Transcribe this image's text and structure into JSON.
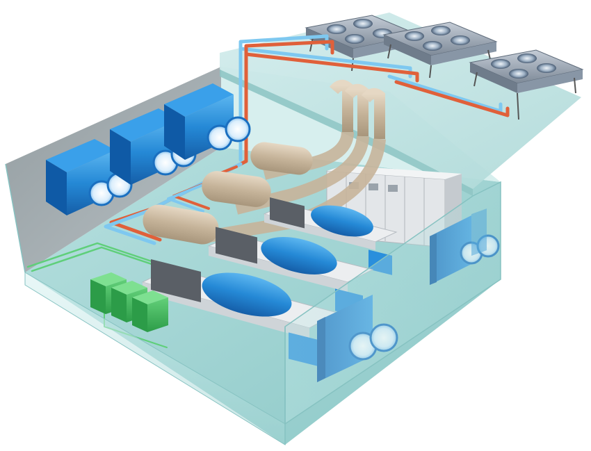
{
  "scene": {
    "background": "#ffffff",
    "colors": {
      "floor": "#a8d8d8",
      "glass": "#c8ecec",
      "roof": "#bfe3e3",
      "wall_back": "#9aa4a8",
      "radiator_housing": "#1f86d8",
      "radiator_face": "#2f9ae6",
      "fan_disc": "#e8f4ff",
      "engine_exhaust": "#c9b8a0",
      "generator_body": "#2a8fdc",
      "engine_block": "#5a5f66",
      "skid_base": "#e6e8ea",
      "switchgear": "#e3e6e9",
      "fuel_tank": "#3fb85a",
      "pipe_hot": "#e0603a",
      "pipe_cold": "#7ec8f0",
      "drycooler": "#9aa6b4",
      "drycooler_fan": "#5b6f86"
    },
    "equipment": {
      "roof_drycoolers": [
        "drycooler-unit",
        "drycooler-unit",
        "drycooler-unit"
      ],
      "left_wall_radiators": [
        "radiator-unit",
        "radiator-unit",
        "radiator-unit"
      ],
      "generator_sets": [
        "genset",
        "genset",
        "genset"
      ],
      "right_wall_radiators": [
        "radiator-unit",
        "radiator-unit"
      ],
      "fuel_tanks": [
        "fuel-tank",
        "fuel-tank",
        "fuel-tank"
      ],
      "switchgear_cabinets": [
        "switchgear-panel",
        "switchgear-panel",
        "switchgear-panel",
        "switchgear-panel",
        "switchgear-panel",
        "switchgear-panel"
      ],
      "exhaust_stacks": [
        "exhaust-stack",
        "exhaust-stack",
        "exhaust-stack"
      ]
    }
  }
}
